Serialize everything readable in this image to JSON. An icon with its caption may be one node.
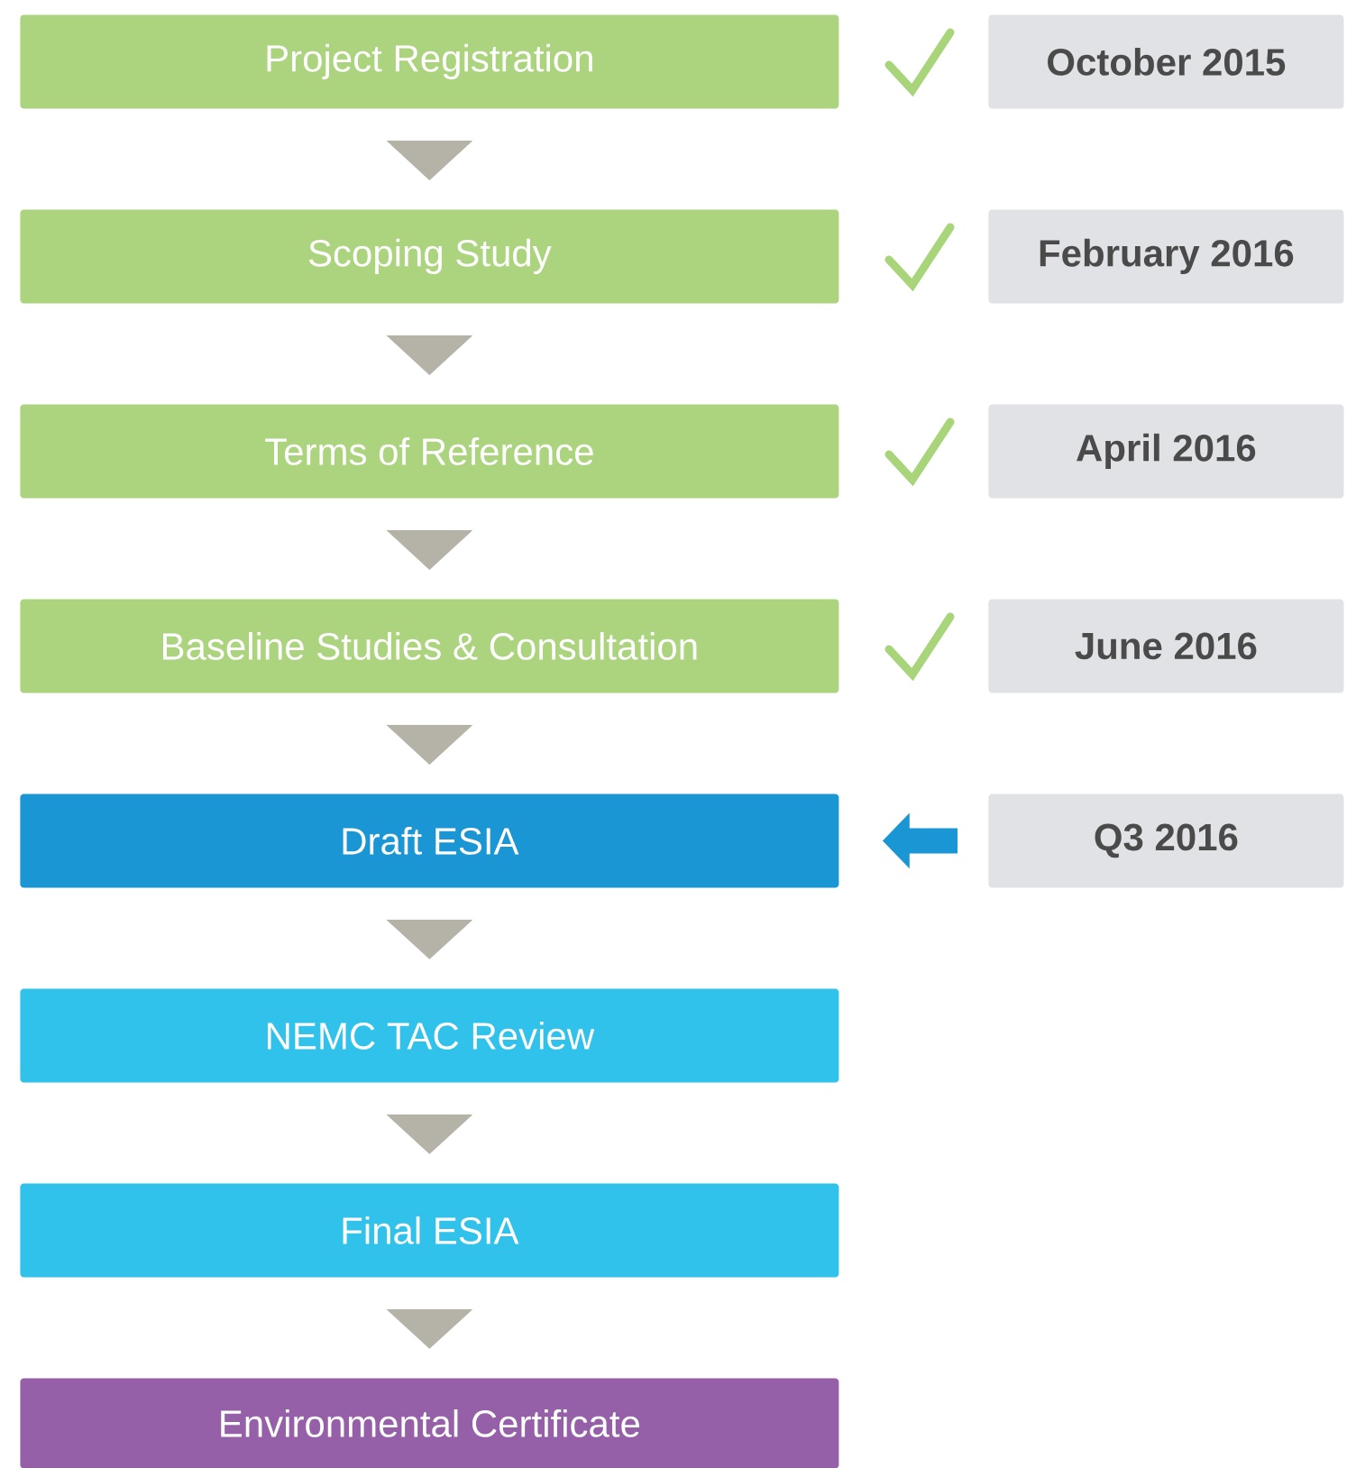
{
  "diagram": {
    "nodes": [
      {
        "text": [
          "Project Registration"
        ]
      },
      {
        "text": [
          "Scoping Study"
        ]
      },
      {
        "text": [
          "Terms of Reference"
        ]
      },
      {
        "text": [
          "Baseline Studies & Consultation"
        ]
      },
      {
        "text": [
          "Draft ESIA"
        ]
      },
      {
        "text": [
          "NEMC TAC Review"
        ]
      },
      {
        "text": [
          "Final ESIA"
        ]
      },
      {
        "text": [
          "Environmental Certificate"
        ]
      },
      {
        "text": [
          "October 2015"
        ]
      },
      {
        "text": [
          "February 2016"
        ]
      },
      {
        "text": [
          "April 2016"
        ]
      },
      {
        "text": [
          "June 2016"
        ]
      },
      {
        "text": [
          "Q3 2016"
        ]
      }
    ],
    "edges": [
      {
        "from": 0,
        "to": 1,
        "arrow": "to"
      },
      {
        "from": 1,
        "to": 2,
        "arrow": "to"
      },
      {
        "from": 2,
        "to": 3,
        "arrow": "to"
      },
      {
        "from": 3,
        "to": 4,
        "arrow": "to"
      },
      {
        "from": 4,
        "to": 5,
        "arrow": "to"
      },
      {
        "from": 5,
        "to": 6,
        "arrow": "to"
      },
      {
        "from": 6,
        "to": 7,
        "arrow": "to"
      },
      {
        "from": 12,
        "to": 4,
        "arrow": "to",
        "color": "#1a96d4"
      }
    ]
  }
}
